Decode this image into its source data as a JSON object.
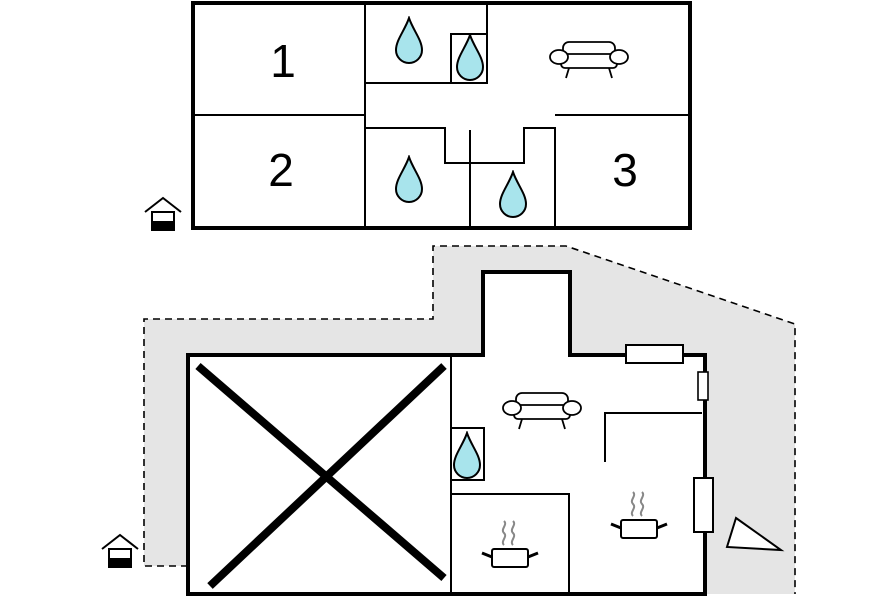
{
  "upper_floor": {
    "rooms": [
      {
        "label": "1"
      },
      {
        "label": "2"
      },
      {
        "label": "3"
      }
    ]
  },
  "icons": {
    "entrance": "house-entrance-icon",
    "water": "water-drop-icon",
    "sofa": "sofa-icon",
    "cooking": "cooking-pot-icon",
    "north": "north-arrow-icon"
  },
  "colors": {
    "water_fill": "#a8e4ec",
    "terrace_fill": "#e5e5e5",
    "wall": "#000000"
  }
}
